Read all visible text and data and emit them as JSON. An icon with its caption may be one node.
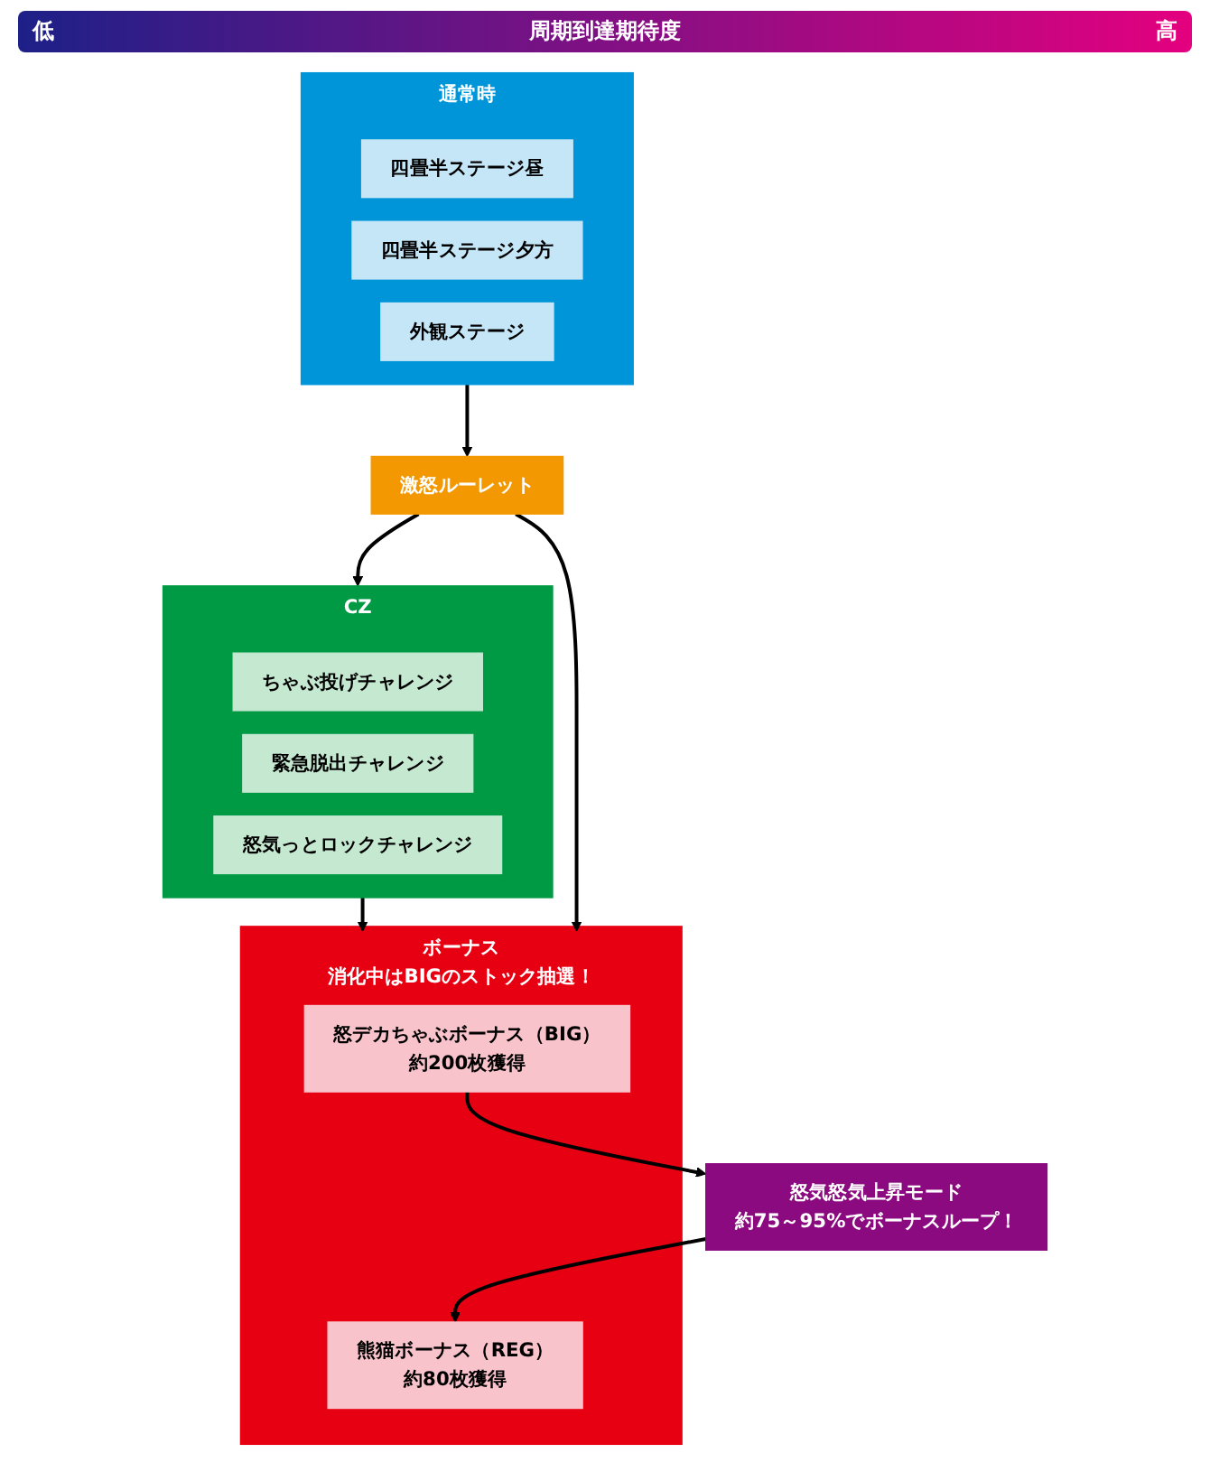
{
  "diagram": {
    "nodes": [
      {
        "text": [
          "通常時"
        ]
      },
      {
        "text": [
          "四畳半ステージ昼"
        ],
        "in": 0
      },
      {
        "text": [
          "四畳半ステージ夕方"
        ],
        "in": 0
      },
      {
        "text": [
          "外観ステージ"
        ],
        "in": 0
      },
      {
        "text": [
          "激怒ルーレット"
        ]
      },
      {
        "text": [
          "CZ"
        ]
      },
      {
        "text": [
          "ちゃぶ投げチャレンジ"
        ],
        "in": 5
      },
      {
        "text": [
          "緊急脱出チャレンジ"
        ],
        "in": 5
      },
      {
        "text": [
          "怒気っとロックチャレンジ"
        ],
        "in": 5
      },
      {
        "text": [
          "ボーナス",
          "消化中はBIGのストック抽選！"
        ]
      },
      {
        "text": [
          "怒デカちゃぶボーナス（BIG）",
          "約200枚獲得"
        ],
        "in": 9
      },
      {
        "text": [
          "熊猫ボーナス（REG）",
          "約80枚獲得"
        ],
        "in": 9
      },
      {
        "text": [
          "怒気怒気上昇モード",
          "約75～95%でボーナスループ！"
        ]
      }
    ],
    "edges": [
      {
        "from": 0,
        "to": 4,
        "arrow": "to"
      },
      {
        "from": 4,
        "to": 5,
        "arrow": "to"
      },
      {
        "from": 5,
        "to": 9,
        "arrow": "to"
      },
      {
        "from": 4,
        "to": 9,
        "arrow": "to"
      },
      {
        "from": 10,
        "to": 12,
        "arrow": "to"
      },
      {
        "from": 12,
        "to": 11,
        "arrow": "to"
      }
    ],
    "labels": [
      "低",
      "周期到達期待度",
      "高"
    ]
  }
}
